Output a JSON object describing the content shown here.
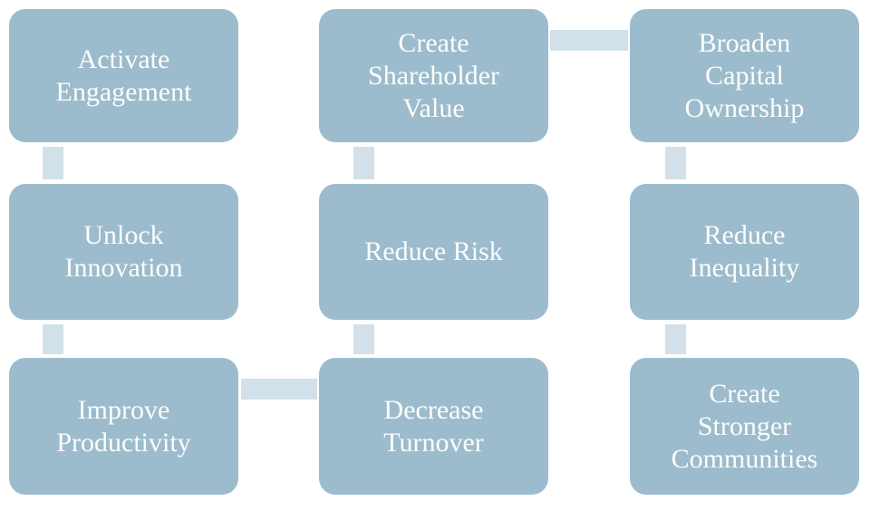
{
  "diagram": {
    "title": "",
    "boxes": [
      {
        "id": "activate-engagement",
        "label": "Activate Engagement",
        "lines": [
          "Activate",
          "Engagement"
        ],
        "row": 1,
        "col": 1
      },
      {
        "id": "create-shareholder-value",
        "label": "Create Shareholder Value",
        "lines": [
          "Create",
          "Shareholder",
          "Value"
        ],
        "row": 1,
        "col": 2
      },
      {
        "id": "broaden-capital-ownership",
        "label": "Broaden Capital Ownership",
        "lines": [
          "Broaden",
          "Capital",
          "Ownership"
        ],
        "row": 1,
        "col": 3
      },
      {
        "id": "unlock-innovation",
        "label": "Unlock Innovation",
        "lines": [
          "Unlock",
          "Innovation"
        ],
        "row": 2,
        "col": 1
      },
      {
        "id": "reduce-risk",
        "label": "Reduce Risk",
        "lines": [
          "Reduce Risk"
        ],
        "row": 2,
        "col": 2
      },
      {
        "id": "reduce-inequality",
        "label": "Reduce Inequality",
        "lines": [
          "Reduce",
          "Inequality"
        ],
        "row": 2,
        "col": 3
      },
      {
        "id": "improve-productivity",
        "label": "Improve Productivity",
        "lines": [
          "Improve",
          "Productivity"
        ],
        "row": 3,
        "col": 1
      },
      {
        "id": "decrease-turnover",
        "label": "Decrease Turnover",
        "lines": [
          "Decrease",
          "Turnover"
        ],
        "row": 3,
        "col": 2
      },
      {
        "id": "create-stronger-communities",
        "label": "Create Stronger Communities",
        "lines": [
          "Create",
          "Stronger",
          "Communities"
        ],
        "row": 3,
        "col": 3
      }
    ],
    "connectors": [
      {
        "from": "activate-engagement",
        "to": "unlock-innovation",
        "orientation": "vertical"
      },
      {
        "from": "unlock-innovation",
        "to": "improve-productivity",
        "orientation": "vertical"
      },
      {
        "from": "create-shareholder-value",
        "to": "reduce-risk",
        "orientation": "vertical"
      },
      {
        "from": "reduce-risk",
        "to": "decrease-turnover",
        "orientation": "vertical"
      },
      {
        "from": "broaden-capital-ownership",
        "to": "reduce-inequality",
        "orientation": "vertical"
      },
      {
        "from": "reduce-inequality",
        "to": "create-stronger-communities",
        "orientation": "vertical"
      },
      {
        "from": "create-shareholder-value",
        "to": "broaden-capital-ownership",
        "orientation": "horizontal"
      },
      {
        "from": "improve-productivity",
        "to": "decrease-turnover",
        "orientation": "horizontal"
      }
    ]
  },
  "colors": {
    "background": "#ffffff",
    "box_fill": "#9cbccd",
    "box_text": "#fdfdfb",
    "connector": "#d2e1e9"
  }
}
